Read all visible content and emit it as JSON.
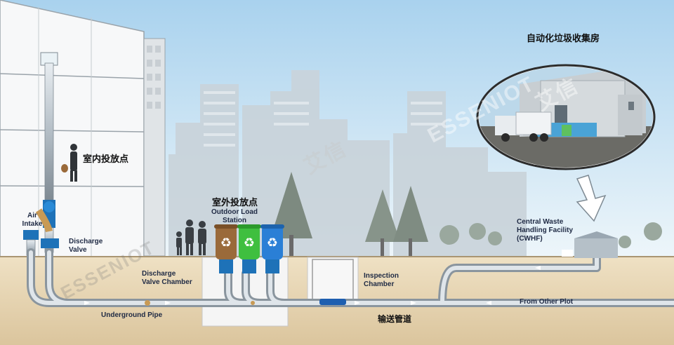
{
  "labels": {
    "indoor_point_cn": "室内投放点",
    "outdoor_point_cn": "室外投放点",
    "outdoor_load_station": "Outdoor Load\nStation",
    "air_intake": "Air\nIntake",
    "discharge_valve": "Discharge\nValve",
    "discharge_valve_chamber": "Discharge\nValve Chamber",
    "underground_pipe": "Underground Pipe",
    "inspection_chamber": "Inspection\nChamber",
    "transport_pipe_cn": "输送管道",
    "from_other_plot": "From Other Plot",
    "central_waste_facility": "Central Waste\nHandling Facility\n(CWHF)",
    "collection_house_cn": "自动化垃圾收集房"
  },
  "watermark": {
    "text": "ESSENIOT",
    "text_cn": "艾信"
  },
  "colors": {
    "sky": "#cfe6f3",
    "ground": "#e6d3b3",
    "pipe": "#b9c2c9",
    "bin_brown": "#9a6a3a",
    "bin_green": "#3fbf3f",
    "bin_blue": "#2a7fd6",
    "valve_blue": "#1e72b8"
  },
  "icons": [
    "recycle-icon",
    "down-arrow-icon",
    "person-icon",
    "truck-icon"
  ]
}
